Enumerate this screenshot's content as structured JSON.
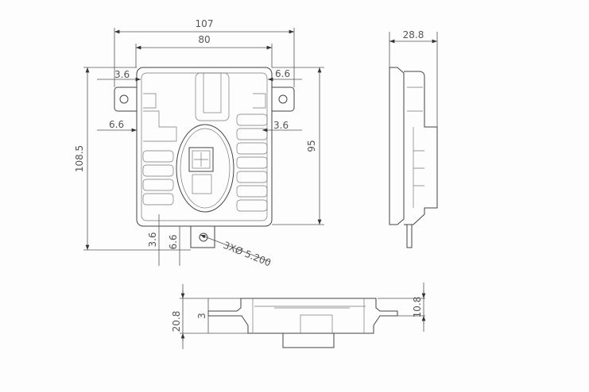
{
  "drawing": {
    "front_view": {
      "width_overall": "107",
      "width_body": "80",
      "height_overall": "108.5",
      "height_body": "95",
      "offset_top_left": "3.6",
      "offset_top_right": "6.6",
      "offset_mid_left": "6.6",
      "offset_mid_right": "3.6",
      "offset_bottom_a": "3.6",
      "offset_bottom_b": "6.6",
      "hole_note": "3XØ 5.200"
    },
    "side_view": {
      "depth": "28.8"
    },
    "bottom_view": {
      "height_total": "20.8",
      "flange_thickness": "3",
      "top_offset": "10.8"
    }
  }
}
